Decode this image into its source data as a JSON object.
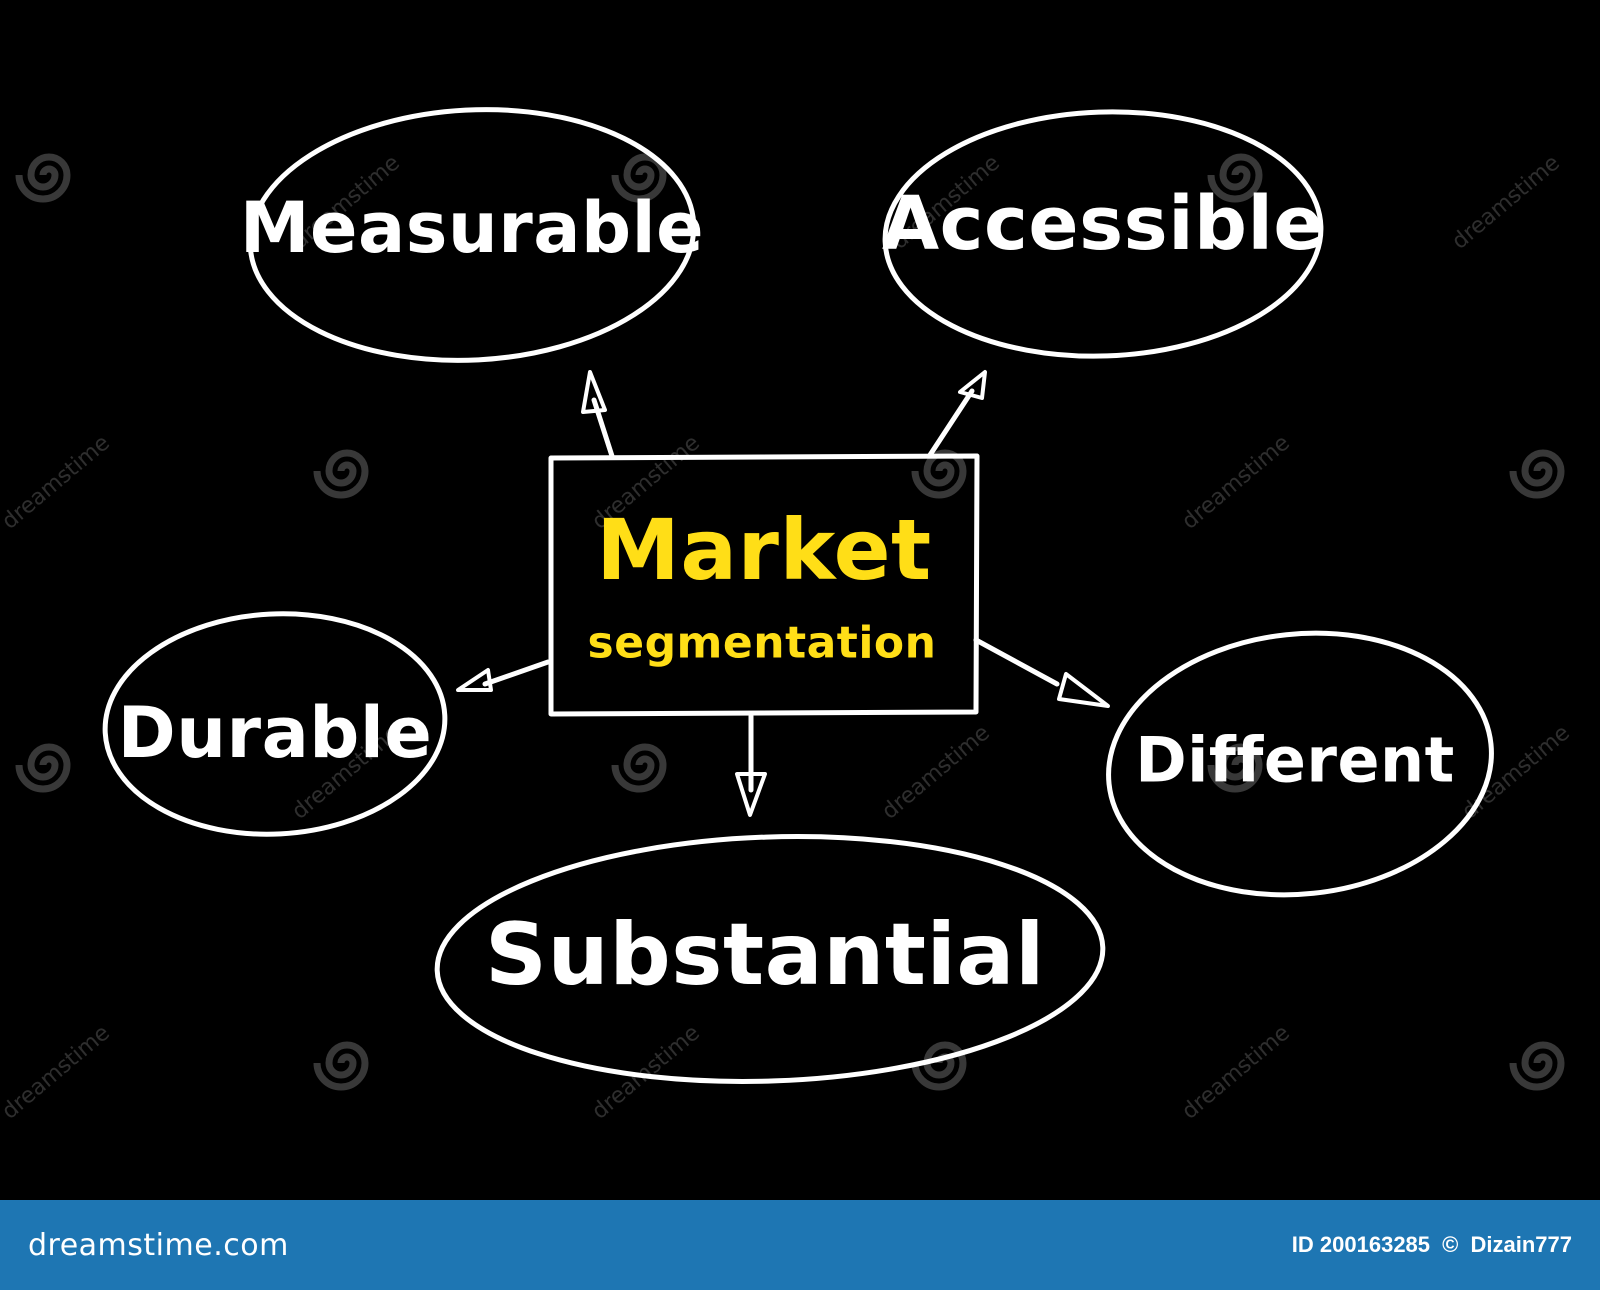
{
  "center": {
    "title": "Market",
    "subtitle": "segmentation",
    "title_color": "#ffde17"
  },
  "nodes": {
    "measurable": "Measurable",
    "accessible": "Accessible",
    "durable": "Durable",
    "different": "Different",
    "substantial": "Substantial"
  },
  "colors": {
    "background": "#000000",
    "stroke": "#ffffff",
    "footer": "#1e76b3"
  },
  "watermark": {
    "text": "dreamstime",
    "logo_icon": "spiral-icon"
  },
  "footer": {
    "brand": "dreamstime.com",
    "id_label": "ID 200163285",
    "copyright_symbol": "©",
    "author": "Dizain777"
  }
}
